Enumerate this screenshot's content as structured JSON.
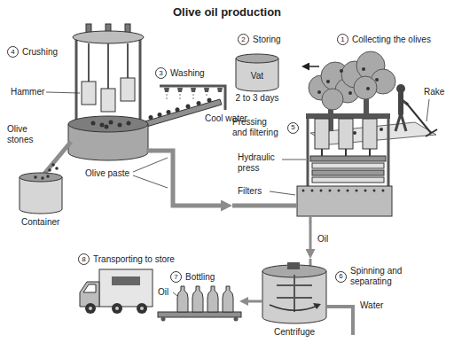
{
  "diagram": {
    "title": "Olive oil production",
    "nodes": [
      {
        "text": [
          "1",
          "Collecting the olives"
        ]
      },
      {
        "text": [
          "2",
          "Storing"
        ]
      },
      {
        "text": [
          "3",
          "Washing"
        ]
      },
      {
        "text": [
          "4",
          "Crushing"
        ]
      },
      {
        "text": [
          "5",
          "Pressing and filtering"
        ]
      },
      {
        "text": [
          "6",
          "Spinning and separating"
        ]
      },
      {
        "text": [
          "7",
          "Bottling"
        ]
      },
      {
        "text": [
          "8",
          "Transporting to store"
        ]
      }
    ],
    "edges": [
      {
        "from": 0,
        "to": 1,
        "arrow": "to"
      },
      {
        "from": 3,
        "to": 4,
        "arrow": "to"
      },
      {
        "from": 4,
        "to": 5,
        "label": "Oil",
        "arrow": "to"
      },
      {
        "from": 5,
        "to": 6,
        "arrow": "to"
      }
    ],
    "labels": [
      "Rake",
      "Vat",
      "2 to 3 days",
      "Cool water",
      "Hammer",
      "Olive stones",
      "Container",
      "Olive paste",
      "Hydraulic press",
      "Filters",
      "Oil",
      "Water",
      "Centrifuge"
    ]
  }
}
